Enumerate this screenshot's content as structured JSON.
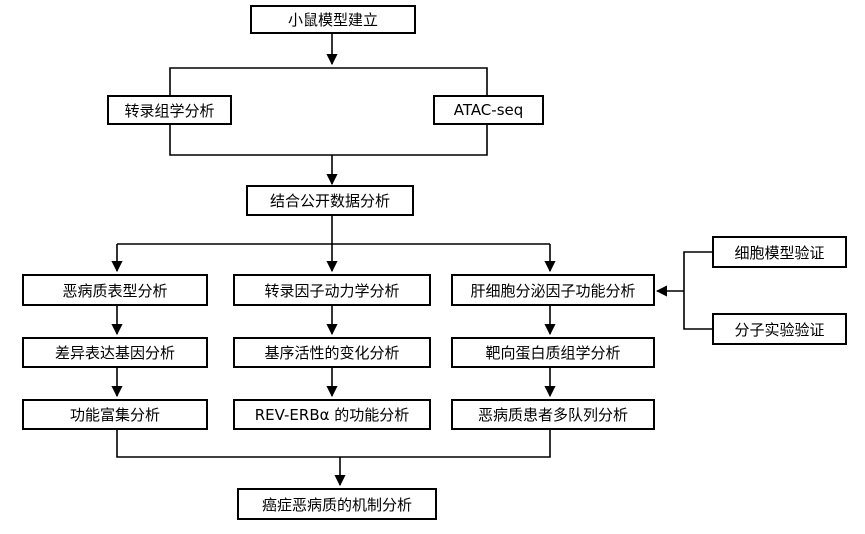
{
  "nodes": {
    "mouse_model": "小鼠模型建立",
    "transcriptomics": "转录组学分析",
    "atac_seq": "ATAC-seq",
    "public_data": "结合公开数据分析",
    "phenotype": "恶病质表型分析",
    "diff_genes": "差异表达基因分析",
    "enrichment": "功能富集分析",
    "tf_dynamics": "转录因子动力学分析",
    "motif_activity": "基序活性的变化分析",
    "rev_erb": "REV-ERBα 的功能分析",
    "hepatocyte_factor": "肝细胞分泌因子功能分析",
    "target_proteomics": "靶向蛋白质组学分析",
    "cohort": "恶病质患者多队列分析",
    "cell_validation": "细胞模型验证",
    "molecular_validation": "分子实验验证",
    "mechanism": "癌症恶病质的机制分析"
  }
}
